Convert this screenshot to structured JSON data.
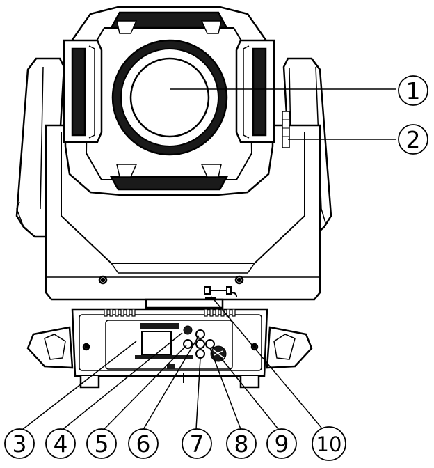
{
  "callouts": [
    {
      "number": "1"
    },
    {
      "number": "2"
    },
    {
      "number": "3"
    },
    {
      "number": "4"
    },
    {
      "number": "5"
    },
    {
      "number": "6"
    },
    {
      "number": "7"
    },
    {
      "number": "8"
    },
    {
      "number": "9"
    },
    {
      "number": "10"
    }
  ],
  "colors": {
    "line": "#000000",
    "fill": "#ffffff",
    "dark": "#1a1a1a"
  }
}
